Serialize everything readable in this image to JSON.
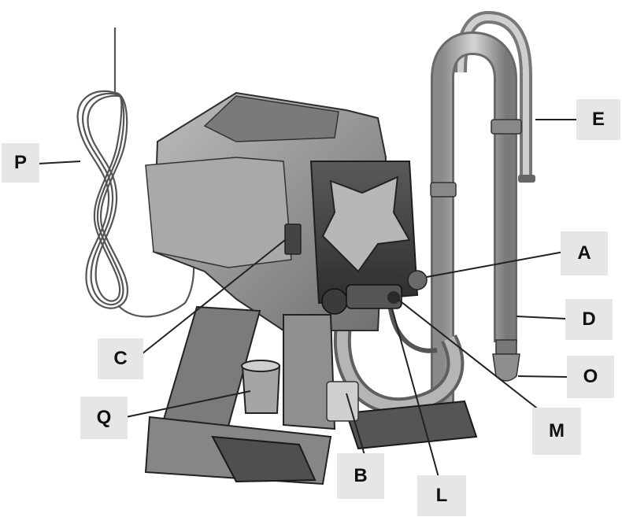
{
  "figure": {
    "subject_icon": "airless-paint-sprayer-illustration",
    "colors": {
      "background": "#ffffff",
      "label_bg": "#e6e6e6",
      "ink": "#111111",
      "metal": "#9a9a9a",
      "dark": "#3a3a3a"
    }
  },
  "callouts": [
    {
      "id": "P",
      "text": "P"
    },
    {
      "id": "E",
      "text": "E"
    },
    {
      "id": "A",
      "text": "A"
    },
    {
      "id": "D",
      "text": "D"
    },
    {
      "id": "O",
      "text": "O"
    },
    {
      "id": "C",
      "text": "C"
    },
    {
      "id": "Q",
      "text": "Q"
    },
    {
      "id": "M",
      "text": "M"
    },
    {
      "id": "B",
      "text": "B"
    },
    {
      "id": "L",
      "text": "L"
    }
  ]
}
